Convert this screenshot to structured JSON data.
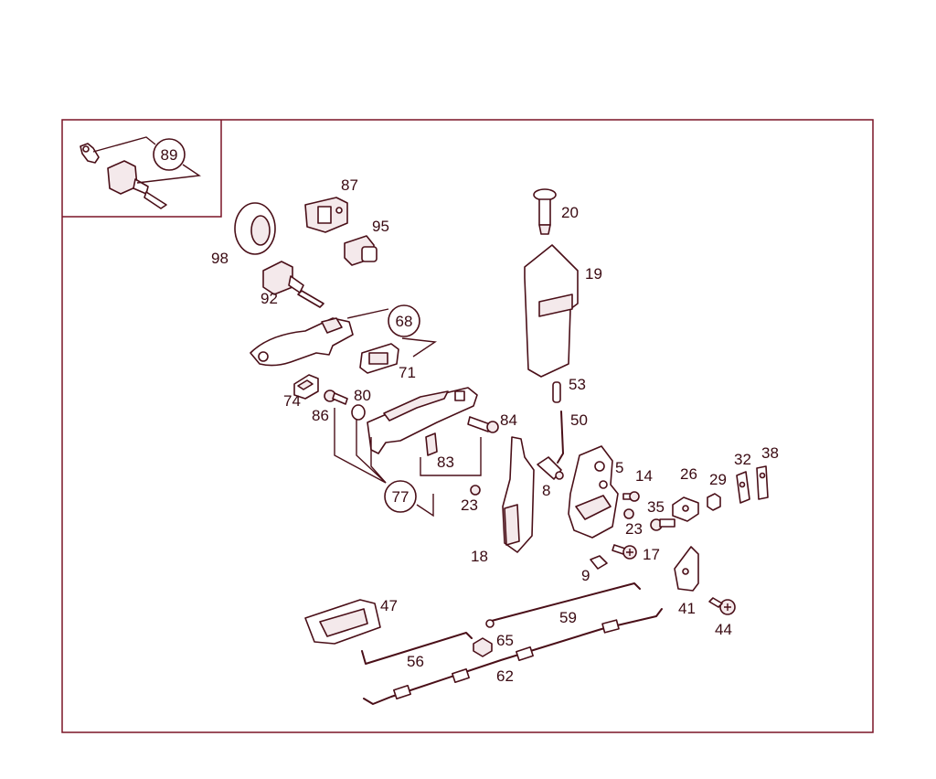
{
  "diagram": {
    "frame_color": "#7a1426",
    "line_color": "#4a0f18",
    "callouts": {
      "c89": "89",
      "c87": "87",
      "c95": "95",
      "c98": "98",
      "c92": "92",
      "c68": "68",
      "c71": "71",
      "c74": "74",
      "c86": "86",
      "c80": "80",
      "c84": "84",
      "c83": "83",
      "c77": "77",
      "c20": "20",
      "c19": "19",
      "c53": "53",
      "c50": "50",
      "c5": "5",
      "c14": "14",
      "c26": "26",
      "c29": "29",
      "c32": "32",
      "c38": "38",
      "c35": "35",
      "c23a": "23",
      "c23b": "23",
      "c8": "8",
      "c18": "18",
      "c17": "17",
      "c9": "9",
      "c41": "41",
      "c44": "44",
      "c47": "47",
      "c59": "59",
      "c65": "65",
      "c56": "56",
      "c62": "62"
    }
  }
}
